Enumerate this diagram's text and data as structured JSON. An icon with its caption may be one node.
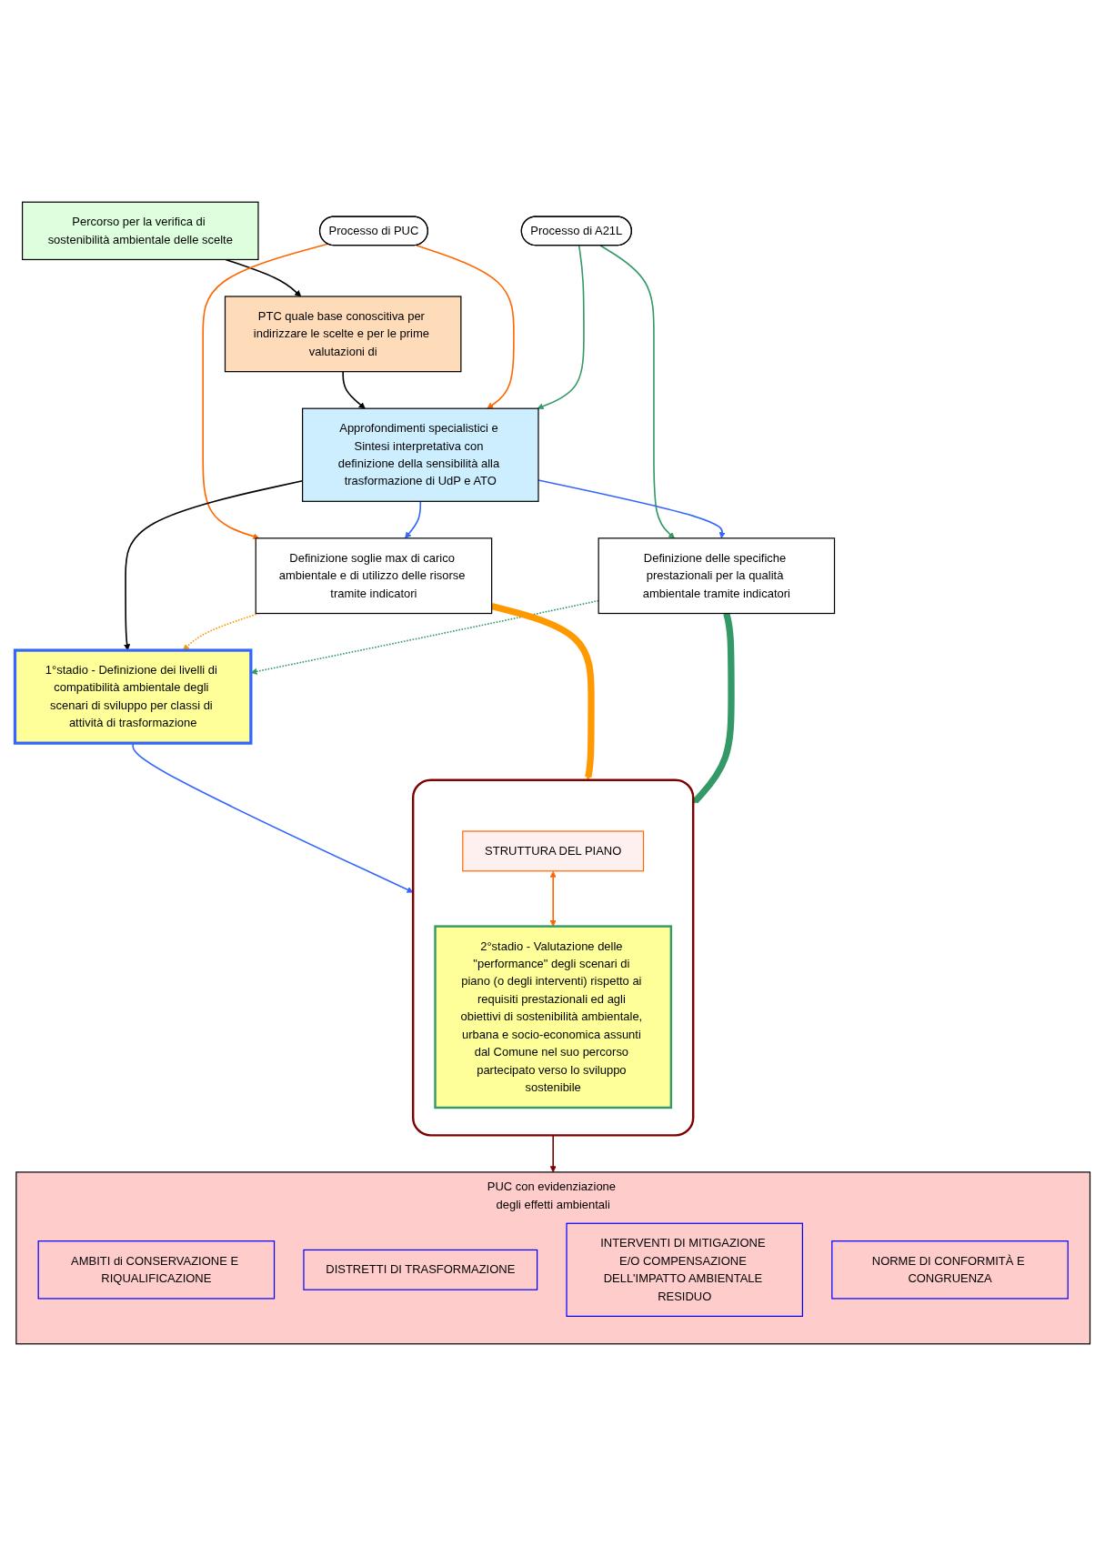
{
  "diagram": {
    "nodes": [
      {
        "text": [
          "Processo di PUC"
        ]
      },
      {
        "text": [
          "Percorso per la verifica di sostenibilità ambientale delle scelte"
        ]
      },
      {
        "text": [
          "Processo di A21L"
        ]
      },
      {
        "text": [
          "PTC quale base conoscitiva per indirizzare le scelte e per le prime valutazioni di"
        ]
      },
      {
        "text": [
          "Definizione soglie max di carico ambientale e di utilizzo delle risorse tramite indicatori"
        ]
      },
      {
        "text": [
          "Approfondimenti specialistici e Sintesi interpretativa con definizione della sensibilità alla trasformazione di UdP e ATO"
        ]
      },
      {
        "text": [
          "Definizione delle specifiche prestazionali per la qualità ambientale tramite indicatori"
        ]
      },
      {
        "text": [
          "1°stadio - Definizione dei livelli di compatibilità ambientale degli scenari di sviluppo per classi di attività di trasformazione"
        ]
      },
      {
        "text": [],
        "shape": "box"
      },
      {
        "text": [
          "STRUTTURA DEL PIANO"
        ],
        "in": 8
      },
      {
        "text": [
          "2°stadio - Valutazione delle \"performance\" degli scenari di piano (o degli interventi) rispetto ai requisiti prestazionali ed agli obiettivi di sostenibilità ambientale, urbana e socio-economica assunti dal Comune nel suo percorso partecipato verso lo sviluppo sostenibile"
        ],
        "in": 8
      },
      {
        "text": [
          "PUC con evidenziazione degli effetti ambientali"
        ]
      },
      {
        "text": [
          "AMBITI di CONSERVAZIONE E RIQUALIFICAZIONE"
        ],
        "in": 11
      },
      {
        "text": [
          "DISTRETTI DI TRASFORMAZIONE"
        ],
        "in": 11
      },
      {
        "text": [
          "INTERVENTI DI MITIGAZIONE E/O COMPENSAZIONE DELL'IMPATTO AMBIENTALE RESIDUO"
        ],
        "in": 11
      },
      {
        "text": [
          "NORME DI CONFORMITÀ E CONGRUENZA"
        ],
        "in": 11
      }
    ],
    "edges": [
      {
        "from": 1,
        "to": 3,
        "arrow": "to",
        "color": "#000000"
      },
      {
        "from": 3,
        "to": 5,
        "arrow": "to",
        "color": "#000000"
      },
      {
        "from": 0,
        "to": 4,
        "arrow": "to",
        "color": "#ff6600"
      },
      {
        "from": 0,
        "to": 5,
        "arrow": "to",
        "color": "#ff6600"
      },
      {
        "from": 2,
        "to": 6,
        "arrow": "to",
        "color": "#339966"
      },
      {
        "from": 2,
        "to": 5,
        "arrow": "to",
        "color": "#339966"
      },
      {
        "from": 5,
        "to": 4,
        "arrow": "to",
        "color": "#3366ff"
      },
      {
        "from": 5,
        "to": 6,
        "arrow": "to",
        "color": "#3366ff"
      },
      {
        "from": 5,
        "to": 7,
        "arrow": "to",
        "color": "#000000"
      },
      {
        "from": 4,
        "to": 7,
        "arrow": "to",
        "style": "dashed",
        "color": "#ff9900"
      },
      {
        "from": 6,
        "to": 7,
        "arrow": "to",
        "style": "dashed",
        "color": "#339966"
      },
      {
        "from": 7,
        "to": 8,
        "arrow": "to",
        "color": "#3366ff"
      },
      {
        "from": 4,
        "to": 8,
        "arrow": "to",
        "style": "thick",
        "color": "#ff9900"
      },
      {
        "from": 6,
        "to": 8,
        "arrow": "to",
        "style": "thick",
        "color": "#339966"
      },
      {
        "from": 9,
        "to": 10,
        "arrow": "both",
        "color": "#ff6600"
      },
      {
        "from": 8,
        "to": 11,
        "arrow": "to",
        "color": "#800000"
      }
    ]
  }
}
